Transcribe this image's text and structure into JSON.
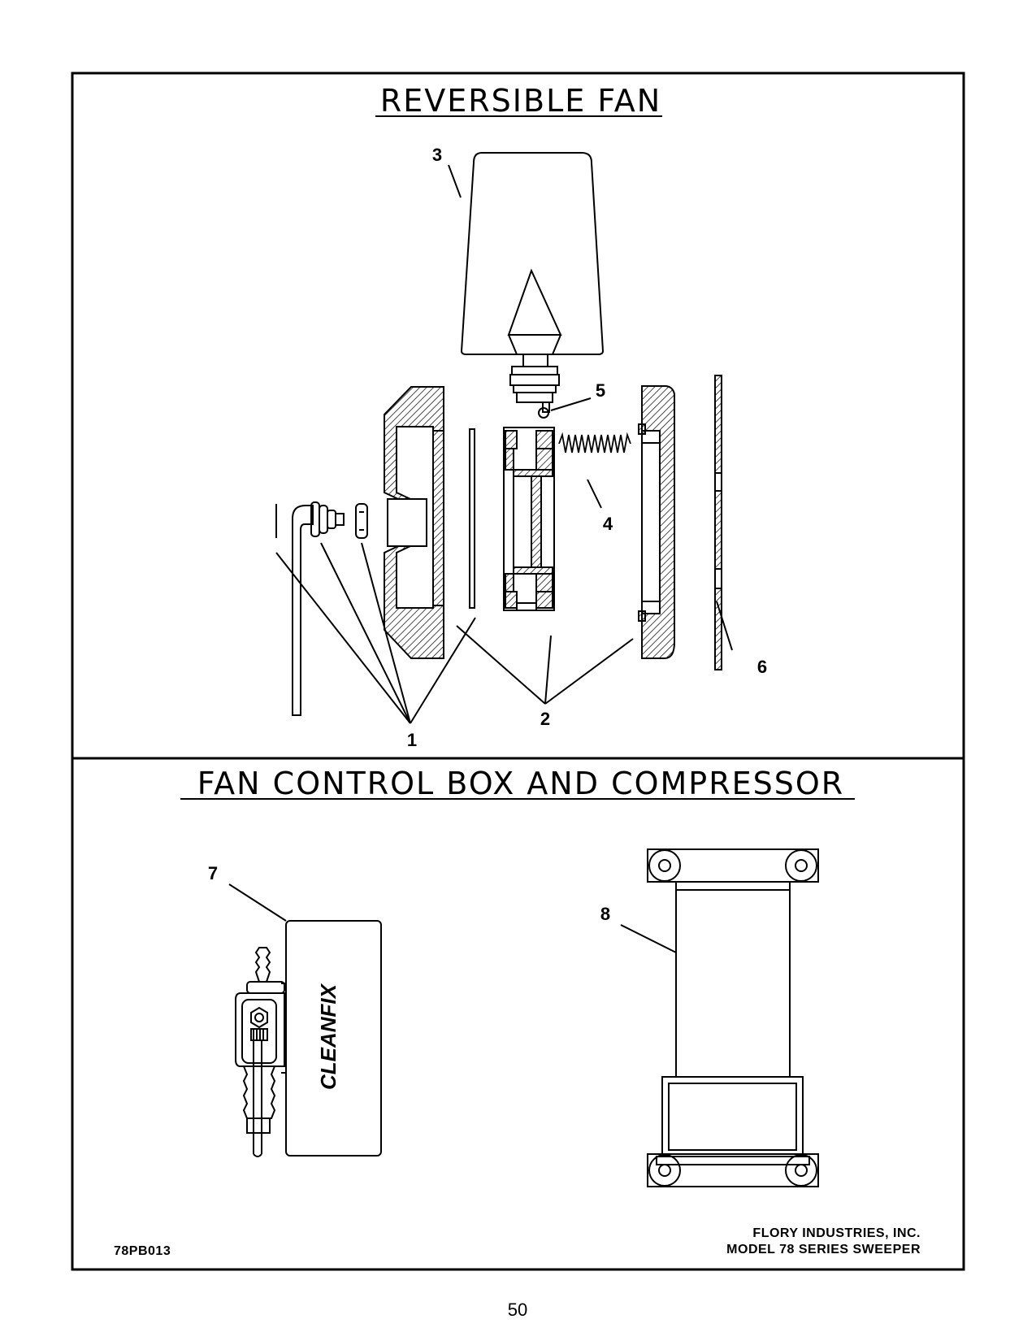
{
  "sections": {
    "top_title": "REVERSIBLE FAN",
    "bottom_title": "FAN CONTROL BOX AND COMPRESSOR"
  },
  "callouts": {
    "c1": "1",
    "c2": "2",
    "c3": "3",
    "c4": "4",
    "c5": "5",
    "c6": "6",
    "c7": "7",
    "c8": "8"
  },
  "control_box": {
    "brand": "CLEANFIX"
  },
  "footer": {
    "drawing_id": "78PB013",
    "company": "FLORY INDUSTRIES, INC.",
    "model": "MODEL 78 SERIES SWEEPER"
  },
  "page_number": "50"
}
